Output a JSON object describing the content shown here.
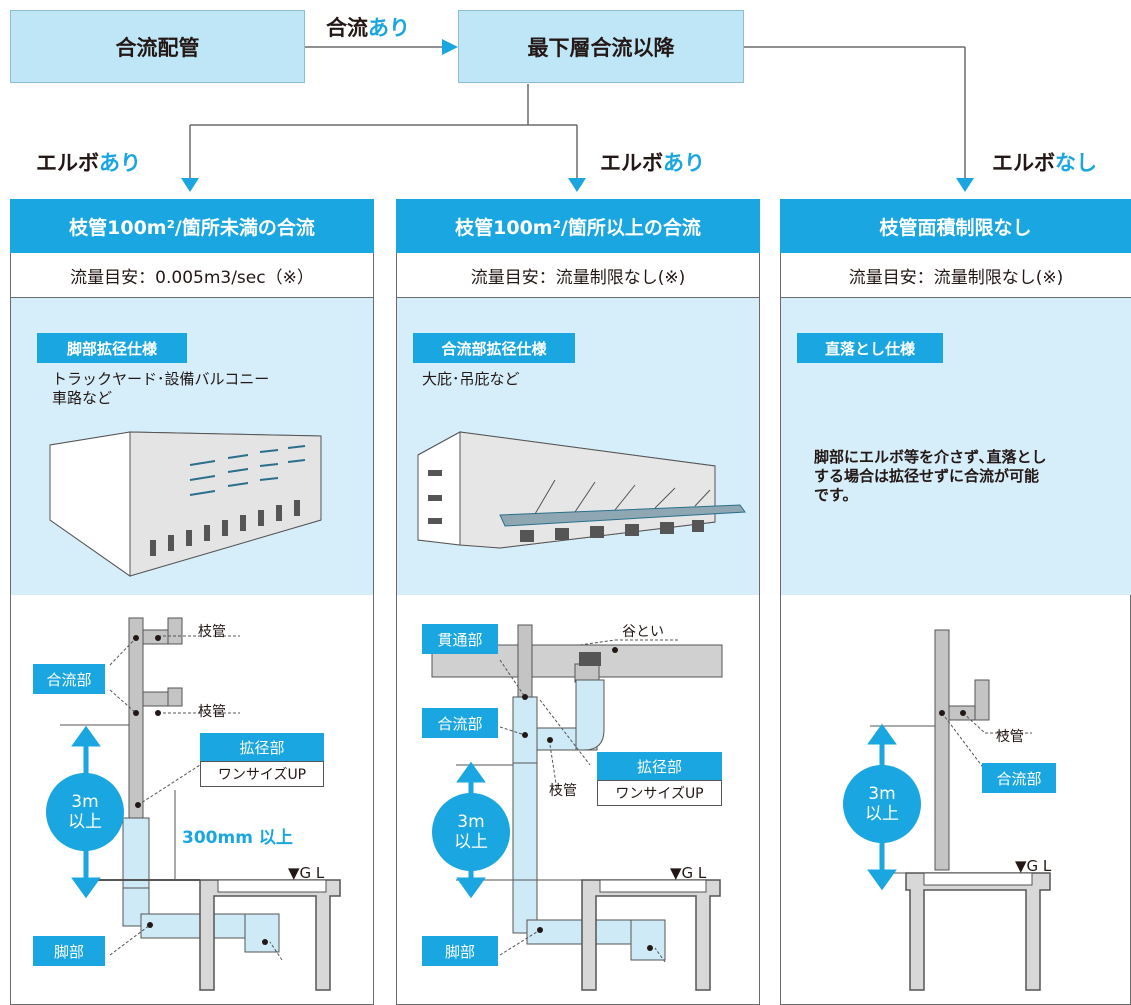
{
  "top": {
    "box_gouryu": "合流配管",
    "box_saika": "最下層合流以降",
    "arrow_label_prefix": "合流",
    "arrow_label_accent": "あり"
  },
  "branches": [
    {
      "prefix": "エルボ",
      "accent": "あり"
    },
    {
      "prefix": "エルボ",
      "accent": "あり"
    },
    {
      "prefix": "エルボ",
      "accent": "なし"
    }
  ],
  "columns": [
    {
      "header": "枝管100m²/箇所未満の合流",
      "flow": "流量目安：0.005m3/sec（※）",
      "spec": "脚部拡径仕様",
      "desc": [
        "トラックヤード･設備バルコニー",
        "車路など"
      ],
      "labels": {
        "edakan1": "枝管",
        "edakan2": "枝管",
        "gouryubu": "合流部",
        "kakei": "拡径部",
        "onesize": "ワンサイズUP",
        "height_line1": "3m",
        "height_line2": "以上",
        "mm300": "300mm 以上",
        "gl": "▼G L",
        "kyakubu": "脚部"
      }
    },
    {
      "header": "枝管100m²/箇所以上の合流",
      "flow": "流量目安：流量制限なし(※)",
      "spec": "合流部拡径仕様",
      "desc": [
        "大庇･吊庇など"
      ],
      "labels": {
        "kantsu": "貫通部",
        "toi": "谷とい",
        "gouryubu": "合流部",
        "kakei": "拡径部",
        "onesize": "ワンサイズUP",
        "edakan": "枝管",
        "height_line1": "3m",
        "height_line2": "以上",
        "gl": "▼G L",
        "kyakubu": "脚部"
      }
    },
    {
      "header": "枝管面積制限なし",
      "flow": "流量目安：流量制限なし(※)",
      "spec": "直落とし仕様",
      "desc": [
        "脚部にエルボ等を介さず､直落とし",
        "する場合は拡径せずに合流が可能",
        "です。"
      ],
      "labels": {
        "edakan": "枝管",
        "gouryubu": "合流部",
        "height_line1": "3m",
        "height_line2": "以上",
        "gl": "▼G L"
      }
    }
  ],
  "colors": {
    "accent": "#1aa6e0",
    "light": "#d6eef9",
    "top_box": "#bfe6f6",
    "pipe": "#b0b0b0",
    "pipe_wide": "#cfeaf7"
  }
}
